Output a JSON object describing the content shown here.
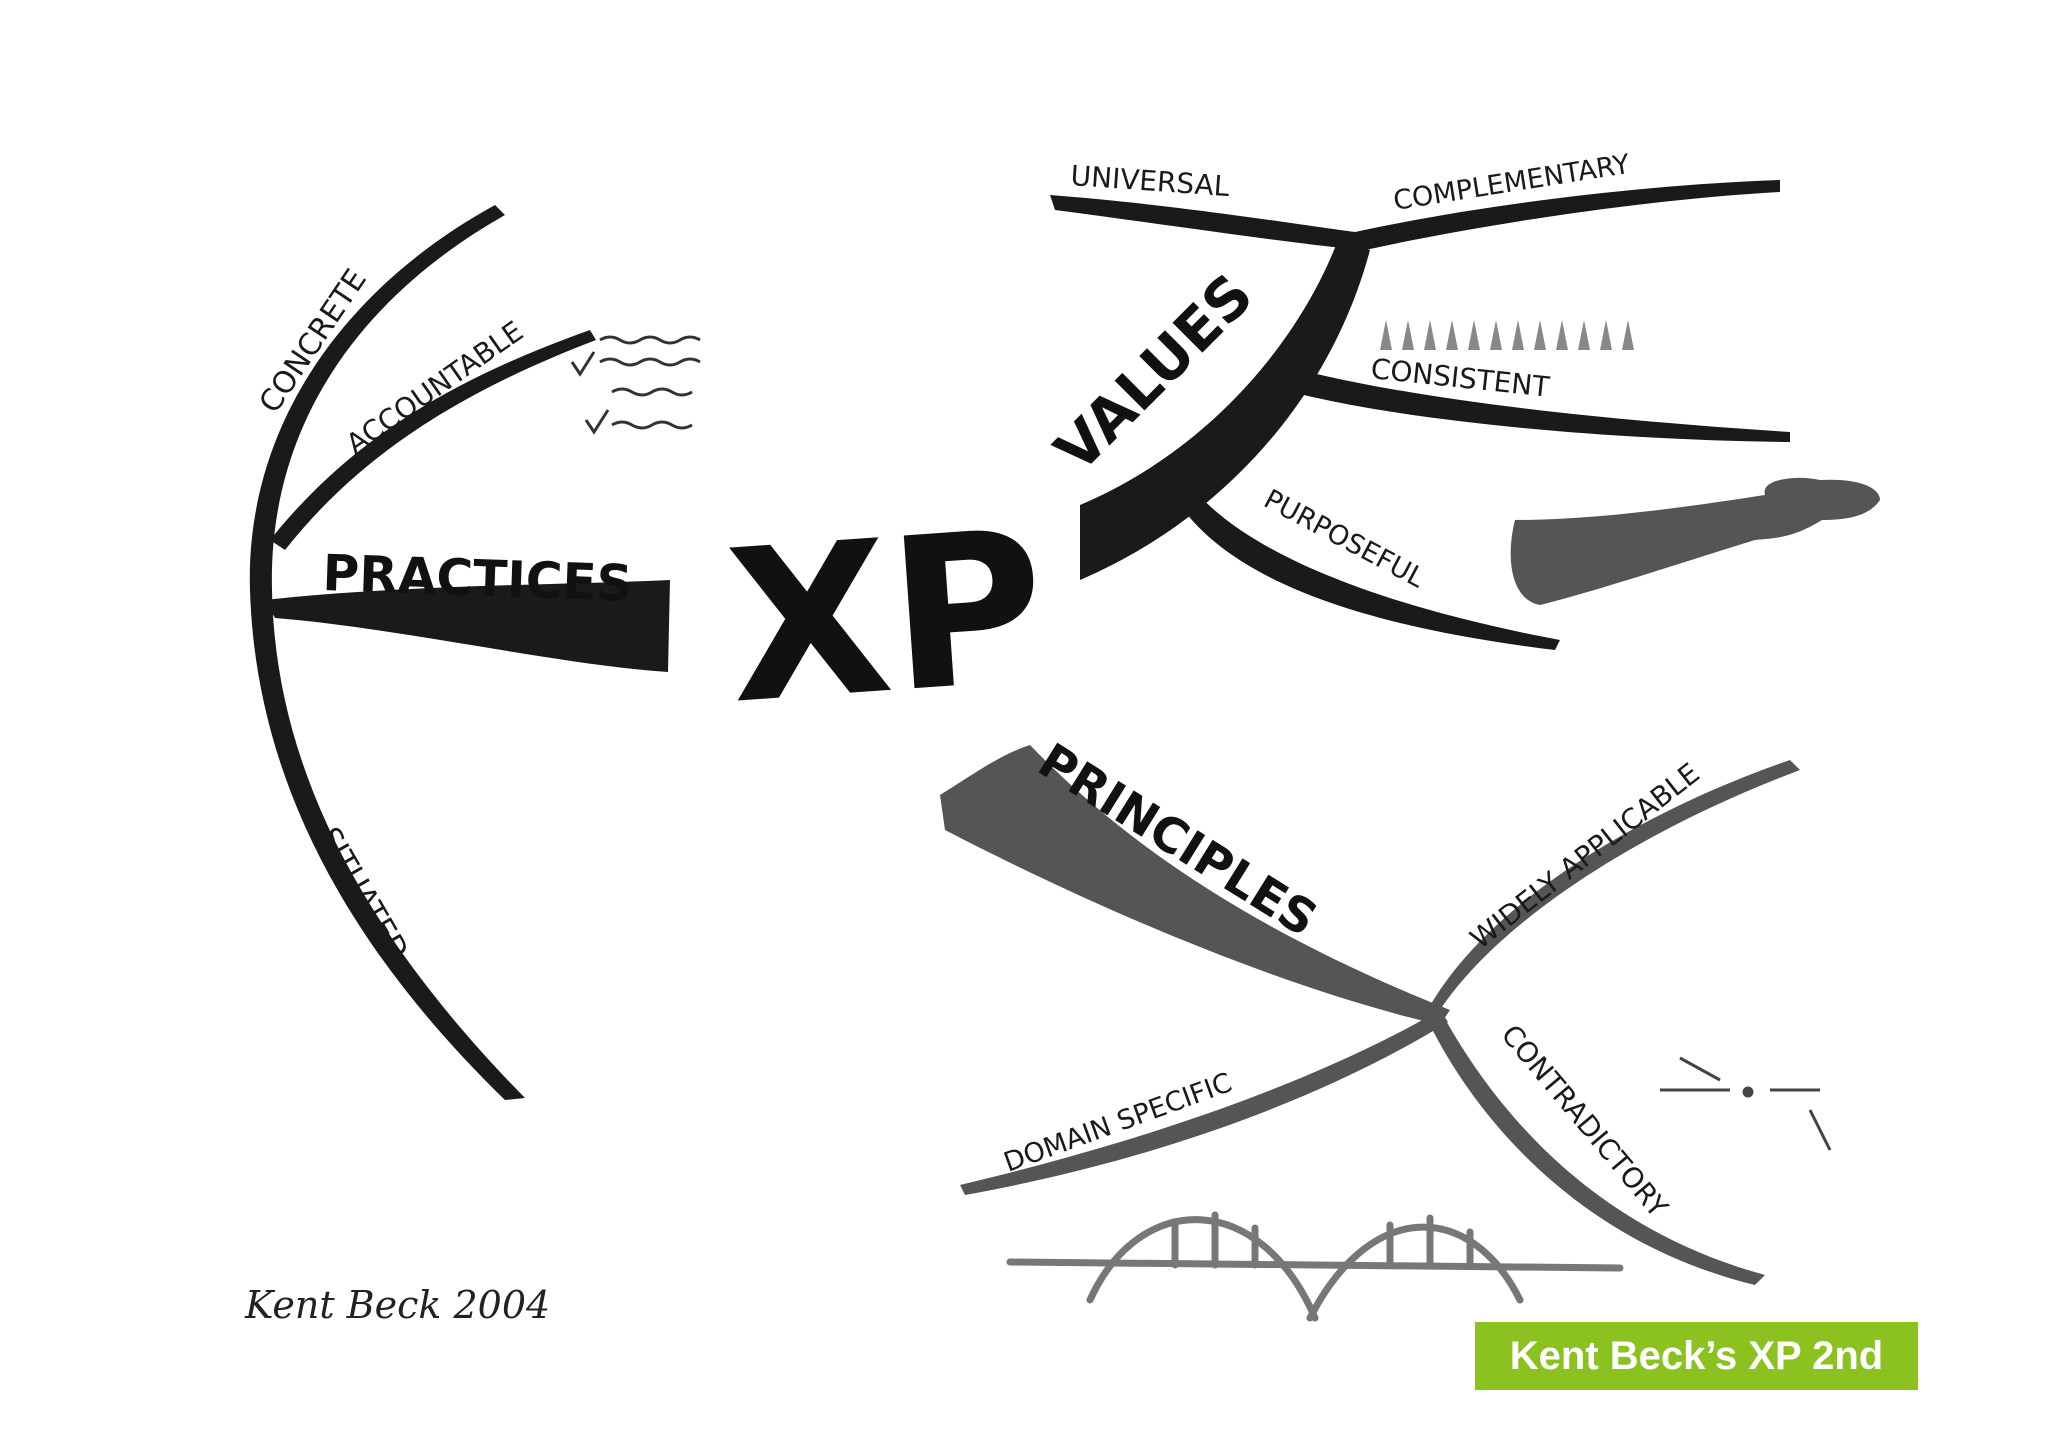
{
  "center_label": "XP",
  "practices": {
    "title": "PRACTICES",
    "attributes": [
      "CONCRETE",
      "ACCOUNTABLE",
      "SITUATED"
    ]
  },
  "values": {
    "title": "VALUES",
    "attributes": [
      "UNIVERSAL",
      "COMPLEMENTARY",
      "CONSISTENT",
      "PURPOSEFUL"
    ]
  },
  "principles": {
    "title": "PRINCIPLES",
    "attributes": [
      "WIDELY APPLICABLE",
      "DOMAIN SPECIFIC",
      "CONTRADICTORY"
    ]
  },
  "signature": "Kent Beck 2004",
  "caption": "Kent Beck’s XP 2nd",
  "colors": {
    "ink": "#1a1a1a",
    "gray_ink": "#555555",
    "caption_bg": "#8cc21f",
    "caption_text": "#ffffff"
  }
}
